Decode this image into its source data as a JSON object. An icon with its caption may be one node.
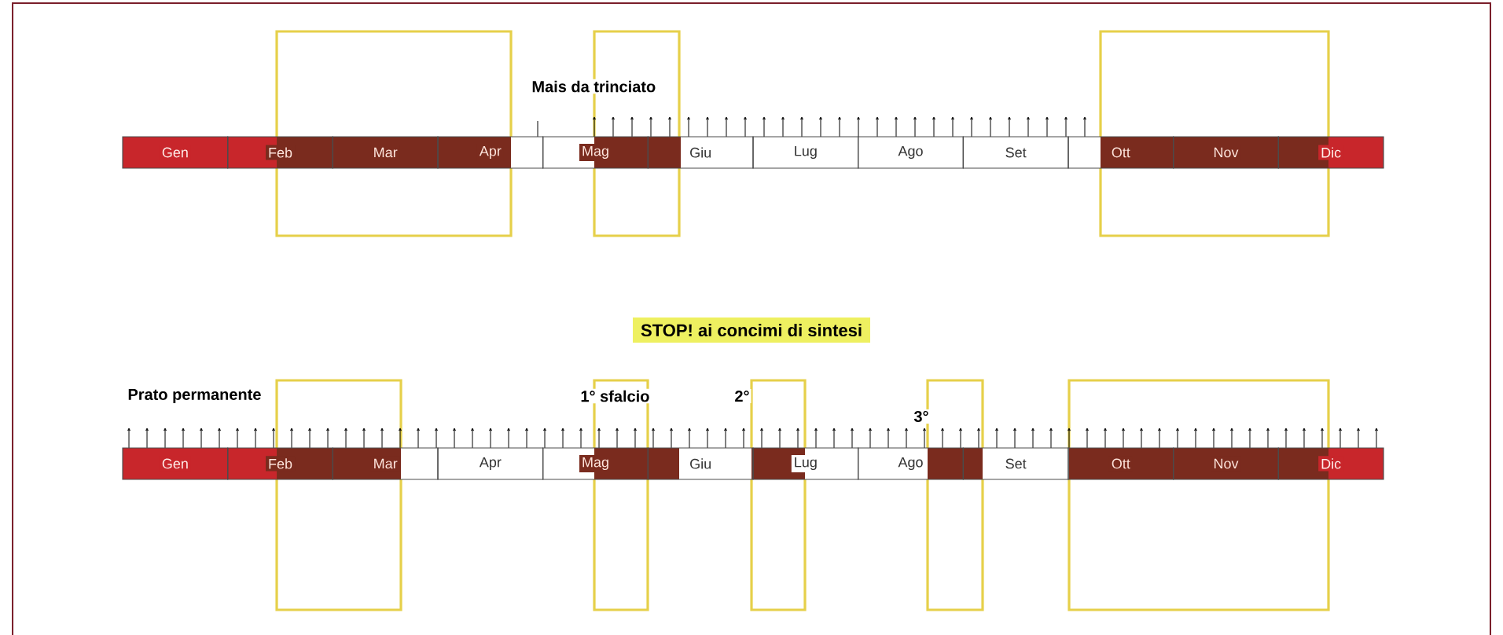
{
  "diagram": {
    "nodes": [
      {
        "text": [
          "Gen"
        ]
      },
      {
        "text": [
          "Feb"
        ]
      },
      {
        "text": [
          "Mar"
        ]
      },
      {
        "text": [
          "Apr"
        ]
      },
      {
        "text": [
          "Mag"
        ]
      },
      {
        "text": [
          "Giu"
        ]
      },
      {
        "text": [
          "Lug"
        ]
      },
      {
        "text": [
          "Ago"
        ]
      },
      {
        "text": [
          "Set"
        ]
      },
      {
        "text": [
          "Ott"
        ]
      },
      {
        "text": [
          "Nov"
        ]
      },
      {
        "text": [
          "Dic"
        ]
      },
      {
        "text": [
          "STOP! ai concimi di sintesi"
        ]
      },
      {
        "text": [
          "Gen"
        ]
      },
      {
        "text": [
          "Feb"
        ]
      },
      {
        "text": [
          "Mar"
        ]
      },
      {
        "text": [
          "Apr"
        ]
      },
      {
        "text": [
          "Mag"
        ]
      },
      {
        "text": [
          "Giu"
        ]
      },
      {
        "text": [
          "Lug"
        ]
      },
      {
        "text": [
          "Ago"
        ]
      },
      {
        "text": [
          "Set"
        ]
      },
      {
        "text": [
          "Ott"
        ]
      },
      {
        "text": [
          "Nov"
        ]
      },
      {
        "text": [
          "Dic"
        ]
      }
    ],
    "labels": [
      "Mais da trinciato",
      "Prato permanente",
      "1° sfalcio",
      "2°",
      "3°"
    ]
  }
}
